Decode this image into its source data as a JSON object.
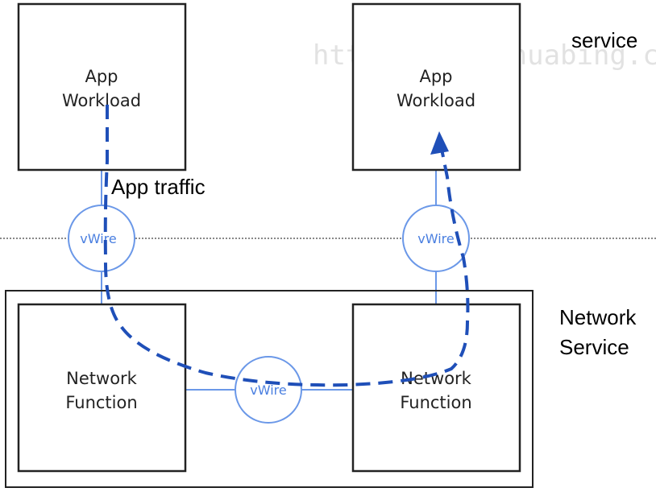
{
  "watermark": "https://zhaohuabing.com",
  "labels": {
    "service": "service",
    "app_traffic": "App traffic",
    "network_service_line1": "Network",
    "network_service_line2": "Service"
  },
  "boxes": {
    "left_app": [
      "App",
      "Workload"
    ],
    "right_app": [
      "App",
      "Workload"
    ],
    "left_nf": [
      "Network",
      "Function"
    ],
    "right_nf": [
      "Network",
      "Function"
    ]
  },
  "vwires": {
    "left": "vWire",
    "right": "vWire",
    "middle": "vWire"
  },
  "colors": {
    "box_stroke": "#222222",
    "wire": "#6b98e8",
    "traffic": "#1f4fb8",
    "separator": "#888888"
  }
}
